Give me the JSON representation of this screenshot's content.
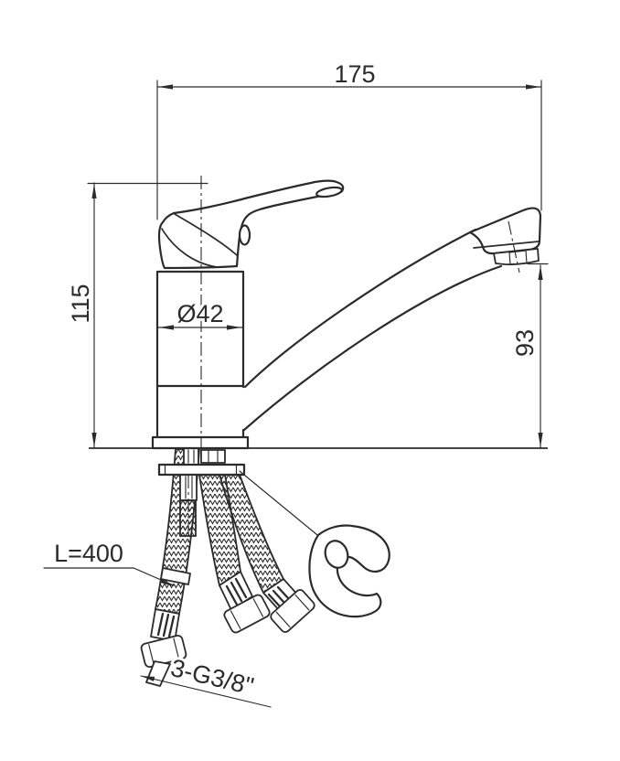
{
  "drawing": {
    "background": "#ffffff",
    "line_color": "#2b2b2b",
    "labels": {
      "spout_reach": "175",
      "overall_height": "115",
      "body_diameter": "Ø42",
      "outlet_height": "93",
      "hose_length": "L=400",
      "thread_spec": "3-G3/8\""
    }
  }
}
